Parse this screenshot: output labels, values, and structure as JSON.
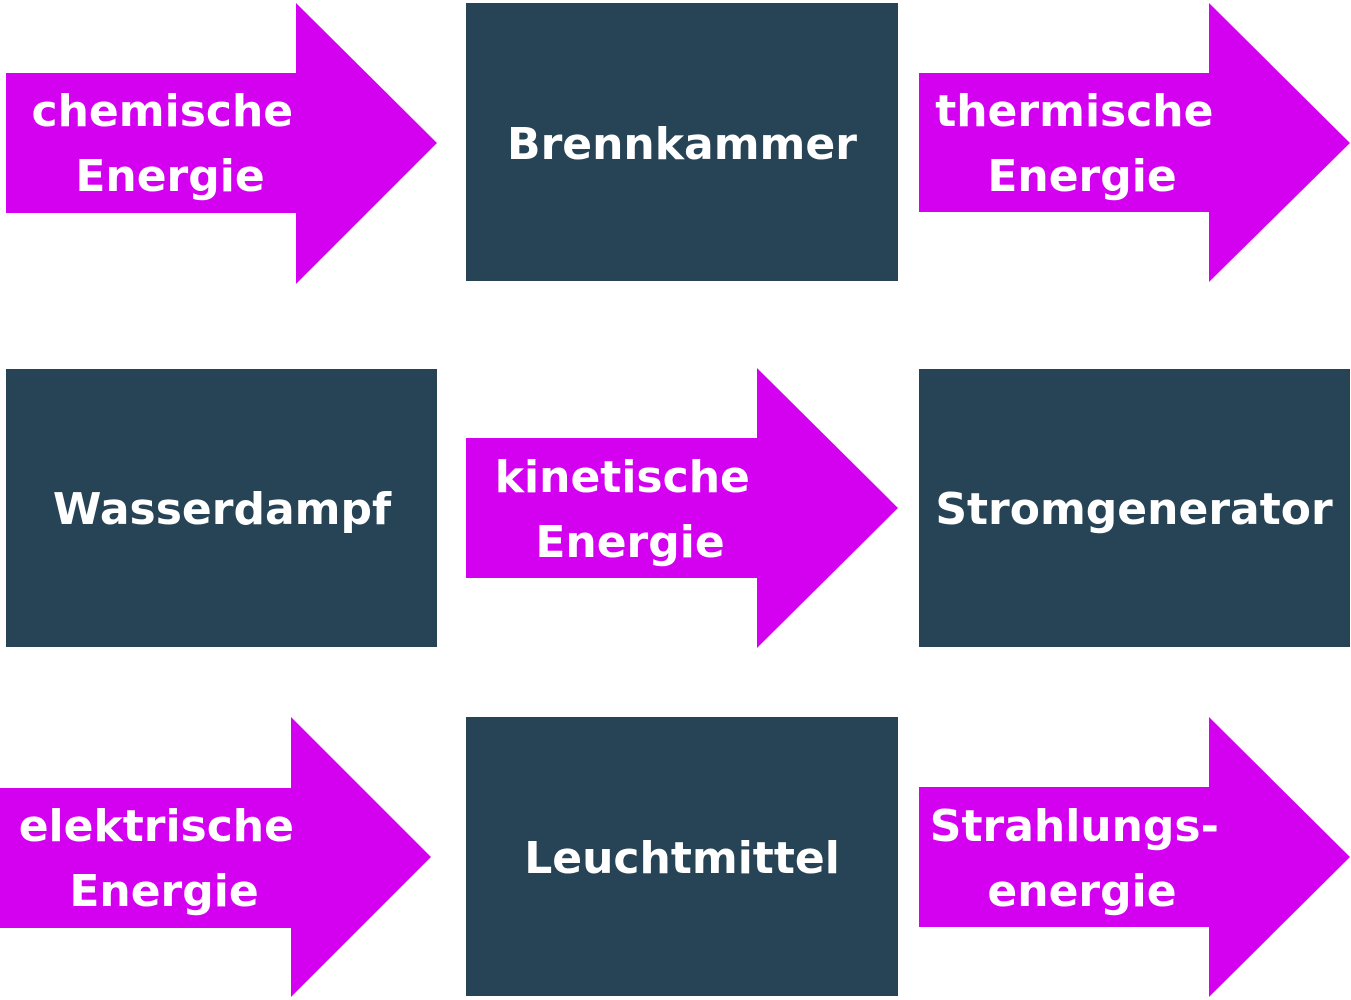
{
  "colors": {
    "arrow": "#d400f0",
    "box": "#264455",
    "text": "#ffffff",
    "background": "#ffffff"
  },
  "rows": [
    {
      "cells": [
        {
          "kind": "arrow",
          "lines": [
            "chemische",
            "Energie"
          ]
        },
        {
          "kind": "box",
          "lines": [
            "Brennkammer"
          ]
        },
        {
          "kind": "arrow",
          "lines": [
            "thermische",
            "Energie"
          ]
        }
      ]
    },
    {
      "cells": [
        {
          "kind": "box",
          "lines": [
            "Wasserdampf"
          ]
        },
        {
          "kind": "arrow",
          "lines": [
            "kinetische",
            "Energie"
          ]
        },
        {
          "kind": "box",
          "lines": [
            "Stromgenerator"
          ]
        }
      ]
    },
    {
      "cells": [
        {
          "kind": "arrow",
          "lines": [
            "elektrische",
            "Energie"
          ]
        },
        {
          "kind": "box",
          "lines": [
            "Leuchtmittel"
          ]
        },
        {
          "kind": "arrow",
          "lines": [
            "Strahlungs-",
            "energie"
          ]
        }
      ]
    }
  ]
}
